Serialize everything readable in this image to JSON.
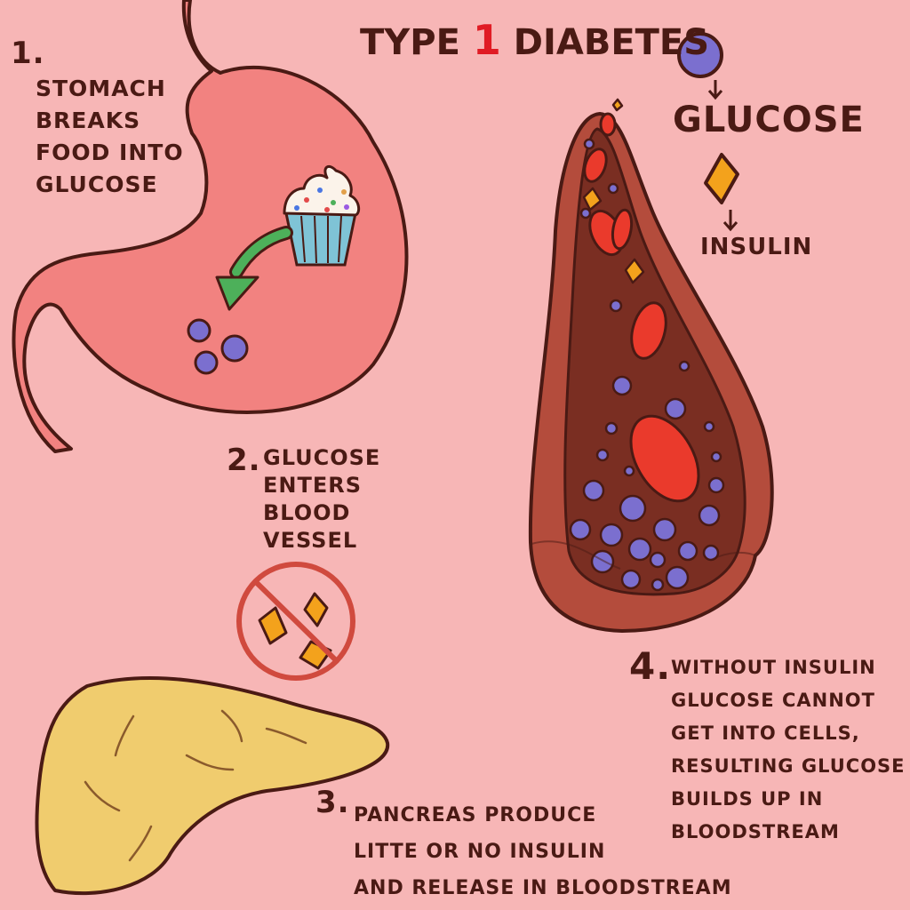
{
  "title": {
    "prefix": "Type",
    "number": "1",
    "suffix": "Diabetes",
    "accent_color": "#e01b24"
  },
  "colors": {
    "background": "#f7b6b6",
    "text": "#4a1a14",
    "stomach": "#f28280",
    "pancreas": "#f0cc6e",
    "vessel": "#b44c3c",
    "glucose": "#7b6fcf",
    "insulin": "#f3a21c",
    "arrow": "#4db05a",
    "blood_cell": "#ea3a2c",
    "no_sign": "#d04a3e"
  },
  "icons": [
    "stomach-icon",
    "cupcake-icon",
    "green-arrow-icon",
    "glucose-molecule-icon",
    "insulin-icon",
    "pancreas-icon",
    "no-insulin-sign-icon",
    "blood-vessel-icon",
    "red-blood-cell-icon"
  ],
  "steps": [
    {
      "number": "1.",
      "lines": [
        "Stomach",
        "breaks",
        "food into",
        "glucose"
      ]
    },
    {
      "number": "2.",
      "lines": [
        "Glucose",
        "enters",
        "blood",
        "vessel"
      ]
    },
    {
      "number": "3.",
      "lines": [
        "Pancreas produce",
        "litte or no insulin",
        "and release in bloodstream"
      ]
    },
    {
      "number": "4.",
      "lines": [
        "without insulin",
        "glucose cannot",
        "get into cells,",
        "resulting glucose",
        "builds up in",
        "bloodstream"
      ]
    }
  ],
  "legend": {
    "glucose_label": "Glucose",
    "insulin_label": "Insulin"
  }
}
